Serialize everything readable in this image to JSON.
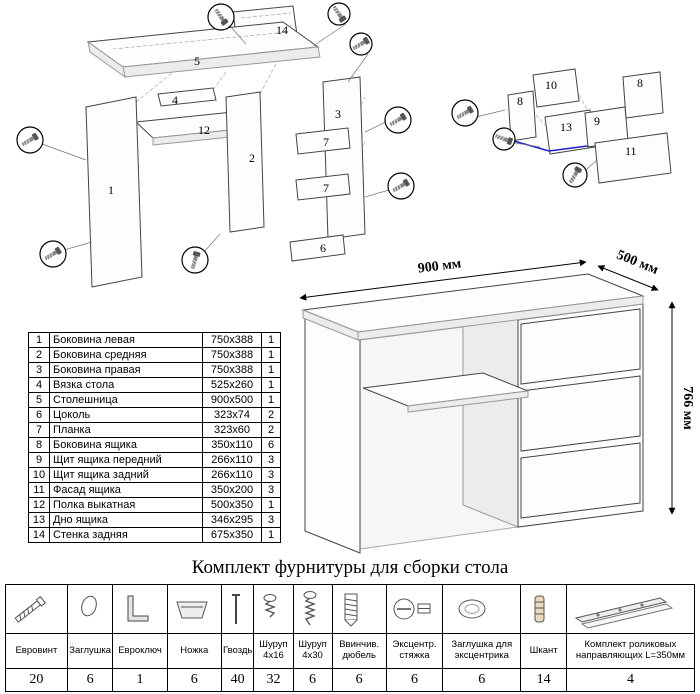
{
  "title": "Комплект фурнитуры для сборки стола",
  "dimensions": {
    "width": "900 мм",
    "depth": "500 мм",
    "height": "766 мм"
  },
  "colors": {
    "highlight_blue": "#2222cc",
    "outline": "#444444"
  },
  "part_labels": {
    "p1": "1",
    "p2": "2",
    "p3": "3",
    "p4": "4",
    "p5": "5",
    "p6": "6",
    "p7": "7",
    "p8": "8",
    "p9": "9",
    "p10": "10",
    "p11": "11",
    "p12": "12",
    "p13": "13",
    "p14": "14"
  },
  "parts_table": {
    "rows": [
      {
        "num": "1",
        "name": "Боковина левая",
        "size": "750x388",
        "qty": "1"
      },
      {
        "num": "2",
        "name": "Боковина средняя",
        "size": "750x388",
        "qty": "1"
      },
      {
        "num": "3",
        "name": "Боковина правая",
        "size": "750x388",
        "qty": "1"
      },
      {
        "num": "4",
        "name": "Вязка стола",
        "size": "525x260",
        "qty": "1"
      },
      {
        "num": "5",
        "name": "Столешница",
        "size": "900x500",
        "qty": "1"
      },
      {
        "num": "6",
        "name": "Цоколь",
        "size": "323x74",
        "qty": "2"
      },
      {
        "num": "7",
        "name": "Планка",
        "size": "323x60",
        "qty": "2"
      },
      {
        "num": "8",
        "name": "Боковина ящика",
        "size": "350x110",
        "qty": "6"
      },
      {
        "num": "9",
        "name": "Щит ящика передний",
        "size": "266x110",
        "qty": "3"
      },
      {
        "num": "10",
        "name": "Щит ящика задний",
        "size": "266x110",
        "qty": "3"
      },
      {
        "num": "11",
        "name": "Фасад ящика",
        "size": "350x200",
        "qty": "3"
      },
      {
        "num": "12",
        "name": "Полка выкатная",
        "size": "500x350",
        "qty": "1"
      },
      {
        "num": "13",
        "name": "Дно ящика",
        "size": "346x295",
        "qty": "3"
      },
      {
        "num": "14",
        "name": "Стенка задняя",
        "size": "675x350",
        "qty": "1"
      }
    ]
  },
  "hardware": {
    "items": [
      {
        "name": "Евровинт",
        "qty": "20"
      },
      {
        "name": "Заглушка",
        "qty": "6"
      },
      {
        "name": "Евроключ",
        "qty": "1"
      },
      {
        "name": "Ножка",
        "qty": "6"
      },
      {
        "name": "Гвоздь",
        "qty": "40"
      },
      {
        "name": "Шуруп 4x16",
        "qty": "32"
      },
      {
        "name": "Шуруп 4x30",
        "qty": "6"
      },
      {
        "name": "Ввинчив. дюбель",
        "qty": "6"
      },
      {
        "name": "Эксцентр. стяжка",
        "qty": "6"
      },
      {
        "name": "Заглушка для эксцентрика",
        "qty": "6"
      },
      {
        "name": "Шкант",
        "qty": "14"
      },
      {
        "name": "Комплект роликовых направляющих L=350мм",
        "qty": "4"
      }
    ]
  }
}
